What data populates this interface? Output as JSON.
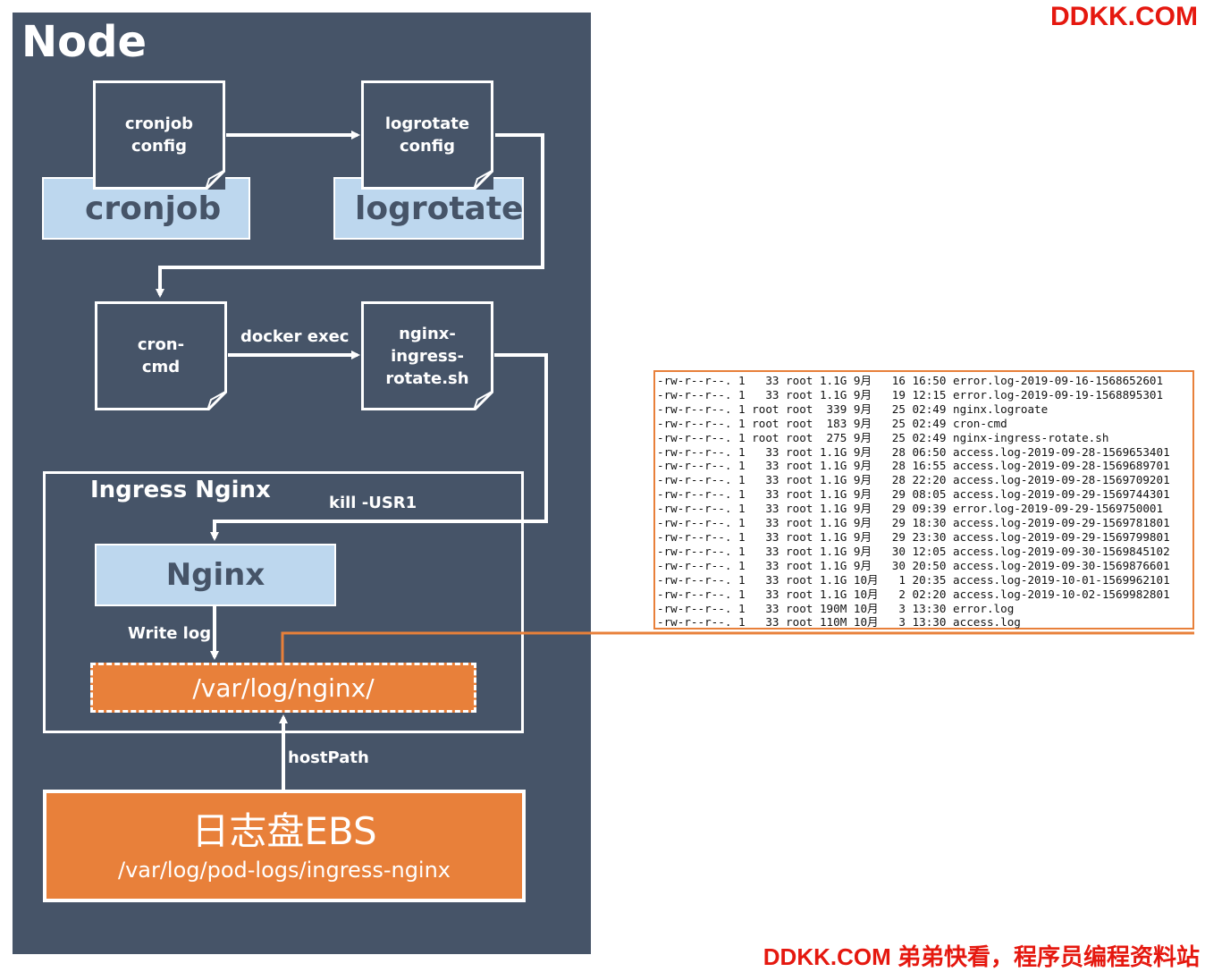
{
  "brand": {
    "top": "DDKK.COM",
    "bottom": "DDKK.COM 弟弟快看，程序员编程资料站"
  },
  "node": {
    "title": "Node",
    "cronjob_config": "cronjob\nconfig",
    "cronjob": "cronjob",
    "logrotate_config": "logrotate\nconfig",
    "logrotate": "logrotate",
    "cron_cmd": "cron-\ncmd",
    "docker_exec": "docker exec",
    "rotate_script": "nginx-\ningress-\nrotate.sh",
    "kill_label": "kill -USR1"
  },
  "ingress": {
    "title": "Ingress Nginx",
    "nginx": "Nginx",
    "write_log": "Write log",
    "var_log": "/var/log/nginx/"
  },
  "host_path": "hostPath",
  "ebs": {
    "title": "日志盘EBS",
    "path": "/var/log/pod-logs/ingress-nginx"
  },
  "colors": {
    "node_bg": "#465468",
    "blue_box": "#bdd7ee",
    "orange": "#e8803a",
    "brand_red": "#e5180f"
  },
  "log_listing": [
    "-rw-r--r--. 1   33 root 1.1G 9月   16 16:50 error.log-2019-09-16-1568652601",
    "-rw-r--r--. 1   33 root 1.1G 9月   19 12:15 error.log-2019-09-19-1568895301",
    "-rw-r--r--. 1 root root  339 9月   25 02:49 nginx.logroate",
    "-rw-r--r--. 1 root root  183 9月   25 02:49 cron-cmd",
    "-rw-r--r--. 1 root root  275 9月   25 02:49 nginx-ingress-rotate.sh",
    "-rw-r--r--. 1   33 root 1.1G 9月   28 06:50 access.log-2019-09-28-1569653401",
    "-rw-r--r--. 1   33 root 1.1G 9月   28 16:55 access.log-2019-09-28-1569689701",
    "-rw-r--r--. 1   33 root 1.1G 9月   28 22:20 access.log-2019-09-28-1569709201",
    "-rw-r--r--. 1   33 root 1.1G 9月   29 08:05 access.log-2019-09-29-1569744301",
    "-rw-r--r--. 1   33 root 1.1G 9月   29 09:39 error.log-2019-09-29-1569750001",
    "-rw-r--r--. 1   33 root 1.1G 9月   29 18:30 access.log-2019-09-29-1569781801",
    "-rw-r--r--. 1   33 root 1.1G 9月   29 23:30 access.log-2019-09-29-1569799801",
    "-rw-r--r--. 1   33 root 1.1G 9月   30 12:05 access.log-2019-09-30-1569845102",
    "-rw-r--r--. 1   33 root 1.1G 9月   30 20:50 access.log-2019-09-30-1569876601",
    "-rw-r--r--. 1   33 root 1.1G 10月   1 20:35 access.log-2019-10-01-1569962101",
    "-rw-r--r--. 1   33 root 1.1G 10月   2 02:20 access.log-2019-10-02-1569982801",
    "-rw-r--r--. 1   33 root 190M 10月   3 13:30 error.log",
    "-rw-r--r--. 1   33 root 110M 10月   3 13:30 access.log"
  ]
}
